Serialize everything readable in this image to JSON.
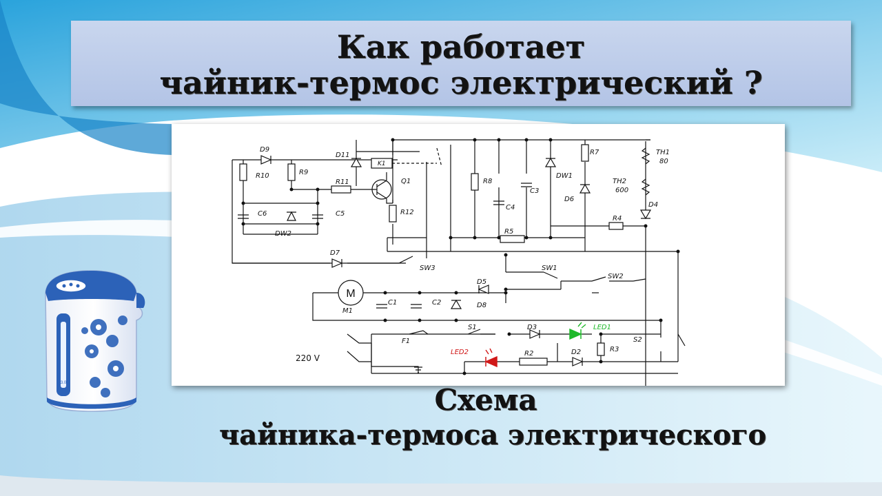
{
  "title": {
    "line1": "Как  работает",
    "line2": "чайник-термос электрический ?"
  },
  "caption": {
    "line1": "Схема",
    "line2": "чайника-термоса электрического"
  },
  "schematic": {
    "labels": {
      "D9": "D9",
      "D11": "D11",
      "K1": "K1",
      "R7": "R7",
      "TH1": "TH1",
      "TH1_val": "80",
      "R10": "R10",
      "R9": "R9",
      "R11": "R11",
      "Q1": "Q1",
      "R8": "R8",
      "C3": "C3",
      "DW1": "DW1",
      "TH2": "TH2",
      "TH2_val": "600",
      "C6": "C6",
      "C5": "C5",
      "DW2": "DW2",
      "R12": "R12",
      "C4": "C4",
      "D6": "D6",
      "D4": "D4",
      "R4": "R4",
      "R5": "R5",
      "D7": "D7",
      "SW3": "SW3",
      "SW1": "SW1",
      "SW2": "SW2",
      "M": "M",
      "M1": "M1",
      "C1": "C1",
      "C2": "C2",
      "D5": "D5",
      "D8": "D8",
      "S1": "S1",
      "D3": "D3",
      "LED1": "LED1",
      "F1": "F1",
      "S2": "S2",
      "R3": "R3",
      "LED2": "LED2",
      "R2": "R2",
      "D2": "D2",
      "voltage": "220 V"
    },
    "colors": {
      "led_green": "#1fb82a",
      "led_red": "#d01818",
      "wire": "#111111"
    }
  },
  "kettle": {
    "badge": "3.0"
  }
}
